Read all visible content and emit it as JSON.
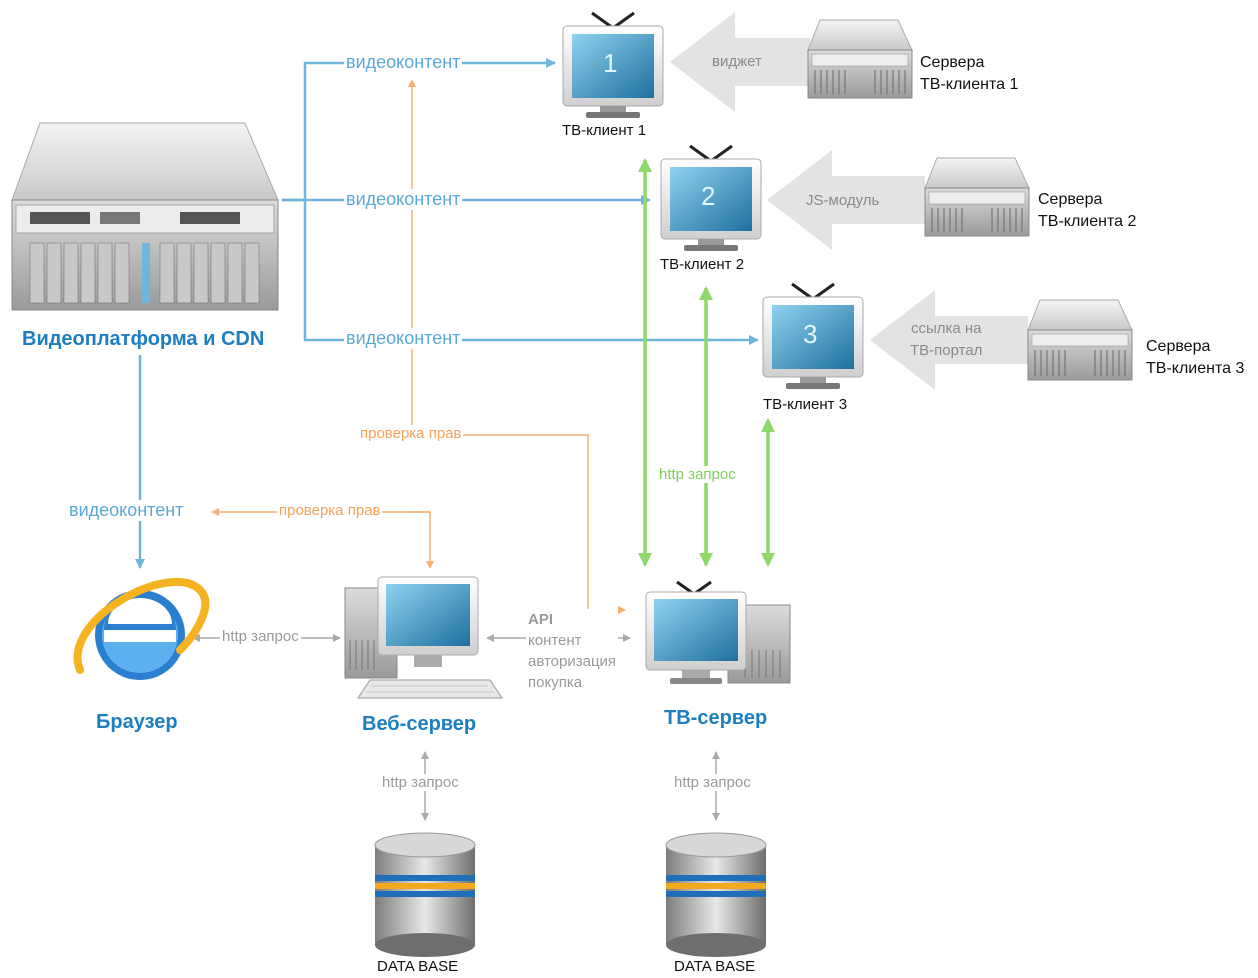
{
  "platform": {
    "label": "Видеоплатформа и CDN"
  },
  "tv_clients": [
    {
      "number": "1",
      "label": "ТВ-клиент 1"
    },
    {
      "number": "2",
      "label": "ТВ-клиент 2"
    },
    {
      "number": "3",
      "label": "ТВ-клиент 3"
    }
  ],
  "client_servers": [
    {
      "line1": "Сервера",
      "line2": "ТВ-клиента 1",
      "arrow_label": "виджет"
    },
    {
      "line1": "Сервера",
      "line2": "ТВ-клиента 2",
      "arrow_label": "JS-модуль"
    },
    {
      "line1": "Сервера",
      "line2": "ТВ-клиента 3",
      "arrow_label_line1": "ссылка на",
      "arrow_label_line2": "ТВ-портал"
    }
  ],
  "video_content_label": "видеоконтент",
  "rights_check_label": "проверка прав",
  "http_request_label": "http запрос",
  "browser": {
    "label": "Браузер"
  },
  "web_server": {
    "label": "Веб-сервер"
  },
  "tv_server": {
    "label": "ТВ-сервер"
  },
  "api_labels": {
    "api": "API",
    "content": "контент",
    "auth": "авторизация",
    "purchase": "покупка"
  },
  "database_label": "DATA BASE",
  "colors": {
    "video": "#6fb6de",
    "rights": "#f6b074",
    "http": "#8fd86a",
    "gray": "#b0b0b0",
    "title": "#1d7fc0"
  }
}
